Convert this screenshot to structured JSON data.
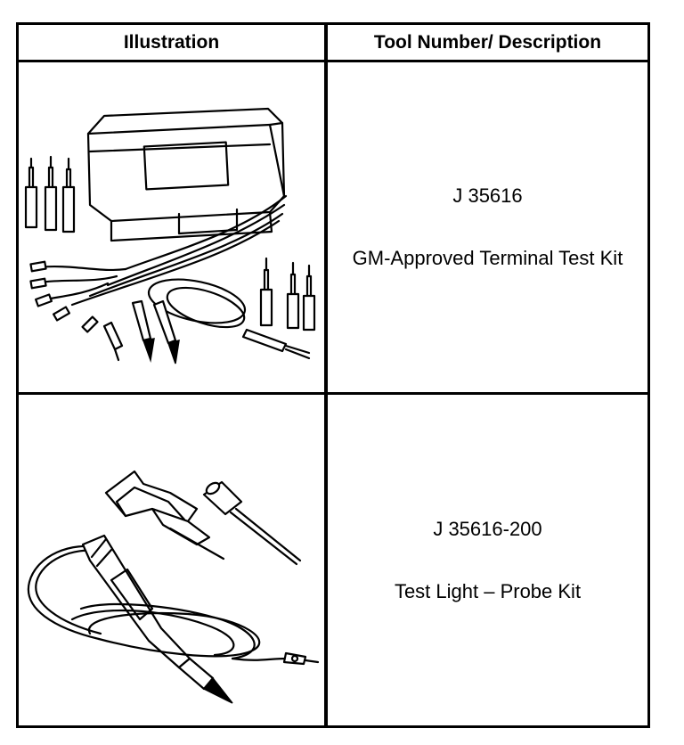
{
  "table": {
    "headers": {
      "illustration": "Illustration",
      "tool": "Tool Number/ Description"
    },
    "rows": [
      {
        "tool_number": "J 35616",
        "description": "GM-Approved Terminal Test Kit",
        "illustration_icon": "terminal-test-kit-case-with-leads-icon"
      },
      {
        "tool_number": "J 35616-200",
        "description": "Test Light – Probe Kit",
        "illustration_icon": "test-light-probe-icon"
      }
    ]
  }
}
